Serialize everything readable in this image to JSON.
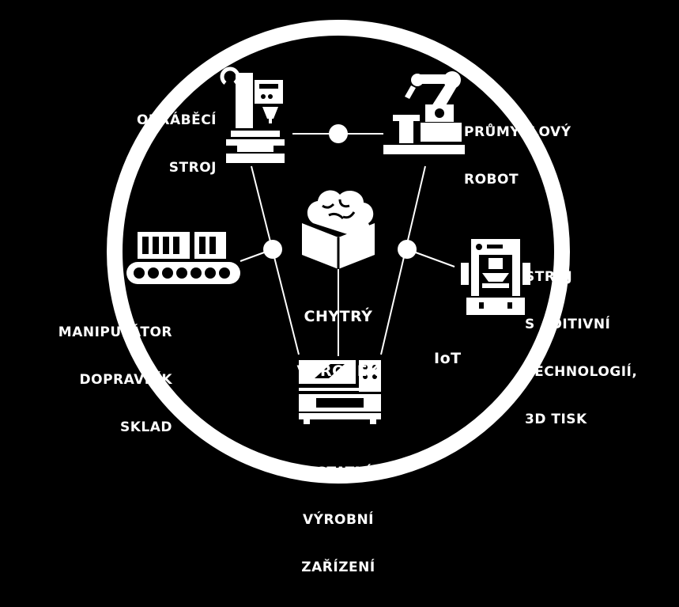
{
  "diagram": {
    "colors": {
      "background": "#000000",
      "foreground": "#ffffff"
    },
    "center": {
      "line1": "CHYTRÝ",
      "line2": "VÝROBEK",
      "icon": "brain-box-icon"
    },
    "nodes": [
      {
        "id": "obrabeci-stroj",
        "lines": [
          "OBRÁBĚCÍ",
          "STROJ"
        ],
        "icon": "cnc-machine-icon"
      },
      {
        "id": "prumyslovy-robot",
        "lines": [
          "PRŮMYSLOVÝ",
          "ROBOT"
        ],
        "icon": "robot-arm-icon"
      },
      {
        "id": "manipulator",
        "lines": [
          "MANIPULÁTOR",
          "DOPRAVNÍK",
          "SKLAD"
        ],
        "icon": "conveyor-icon"
      },
      {
        "id": "aditivni-stroj",
        "lines": [
          "STROJ",
          "S ADITIVNÍ",
          "TECHNOLOGIÍ,",
          "3D TISK"
        ],
        "icon": "3d-printer-icon"
      },
      {
        "id": "ostatni-zarizeni",
        "lines": [
          "OSTATNÍ",
          "VÝROBNÍ",
          "ZAŘÍZENÍ"
        ],
        "icon": "production-machine-icon"
      }
    ],
    "ring_label": "IoT"
  }
}
